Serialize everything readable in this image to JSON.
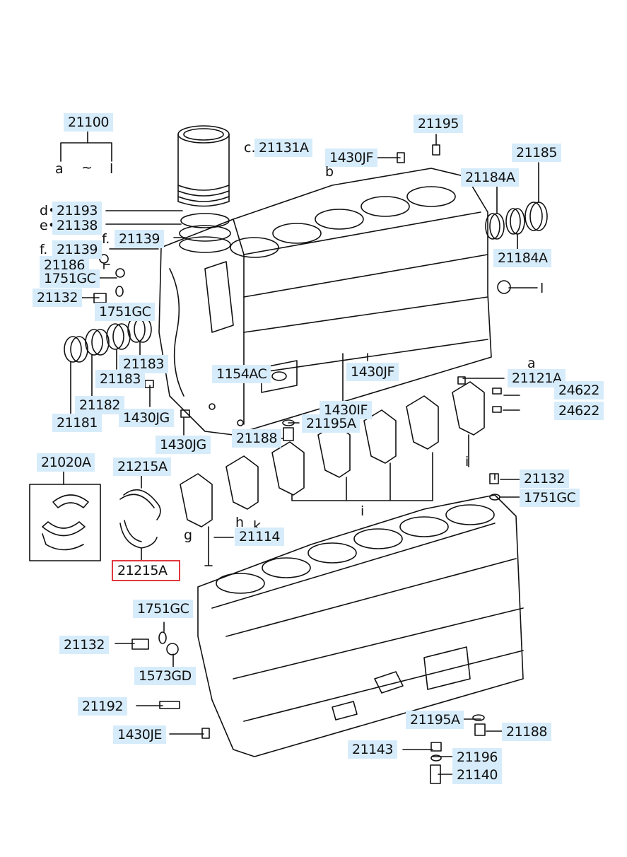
{
  "labels": {
    "kit": "21100",
    "kit_range_a": "a",
    "kit_range_tilde": "~",
    "kit_range_l": "l",
    "liner": "21131A",
    "liner_pfx": "c.",
    "ring_d": "21193",
    "ring_d_pfx": "d•",
    "ring_e": "21138",
    "ring_e_pfx": "e•",
    "ring_f1": "21139",
    "ring_f1_pfx": "f.",
    "ring_f2": "21139",
    "ring_f2_pfx": "f.",
    "bolt_21186": "21186",
    "washer_a": "1751GC",
    "plug_21132_a": "21132",
    "washer_b": "1751GC",
    "bush_21183_a": "21183",
    "bush_21183_b": "21183",
    "bush_21182": "21182",
    "bush_21181": "21181",
    "pin_1430jf_top": "1430JF",
    "letter_b": "b",
    "plug_21195": "21195",
    "seal_21185": "21185",
    "seal_21184a_top": "21184A",
    "seal_21184a_bottom": "21184A",
    "letter_l_plug": "l",
    "plate_1154ac": "1154AC",
    "pin_1430jf_mid": "1430JF",
    "pin_1430jf_low": "1430JF",
    "pin_1430jg_a": "1430JG",
    "pin_1430jg_b": "1430JG",
    "washer_21195a_top": "21195A",
    "plug_21188_top": "21188",
    "cap_21121a": "21121A",
    "letter_a_cap": "a",
    "dowel_24622_a": "24622",
    "dowel_24622_b": "24622",
    "bearing_kit": "21020A",
    "thrust_top": "21215A",
    "thrust_bottom": "21215A",
    "letter_g": "g",
    "letter_h": "h",
    "letter_k": "k",
    "letter_i_right": "i",
    "letter_i_bottom": "i",
    "bolt_21114": "21114",
    "plug_21132_b": "21132",
    "washer_c": "1751GC",
    "washer_d": "1751GC",
    "plug_21132_c": "21132",
    "plug_1573gd": "1573GD",
    "pin_21192": "21192",
    "pin_1430je": "1430JE",
    "washer_21195a_bottom": "21195A",
    "plug_21188_bottom": "21188",
    "nut_21143": "21143",
    "washer_21196": "21196",
    "stud_21140": "21140"
  }
}
